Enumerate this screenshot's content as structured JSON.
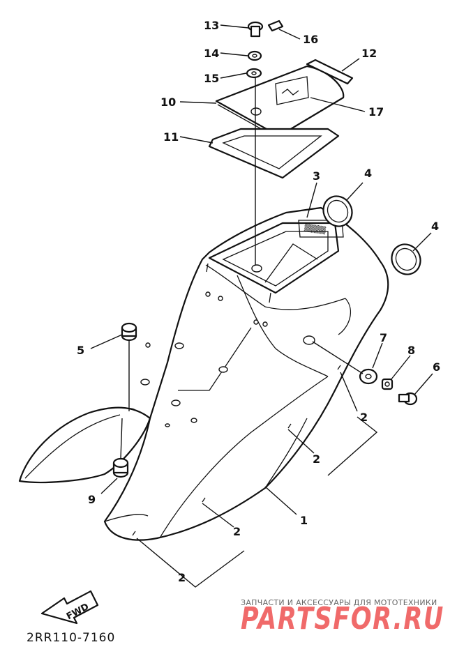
{
  "callouts": [
    {
      "id": "c13",
      "text": "13"
    },
    {
      "id": "c16",
      "text": "16"
    },
    {
      "id": "c14",
      "text": "14"
    },
    {
      "id": "c12",
      "text": "12"
    },
    {
      "id": "c15",
      "text": "15"
    },
    {
      "id": "c10",
      "text": "10"
    },
    {
      "id": "c17",
      "text": "17"
    },
    {
      "id": "c11",
      "text": "11"
    },
    {
      "id": "c3",
      "text": "3"
    },
    {
      "id": "c4a",
      "text": "4"
    },
    {
      "id": "c4b",
      "text": "4"
    },
    {
      "id": "c5",
      "text": "5"
    },
    {
      "id": "c7",
      "text": "7"
    },
    {
      "id": "c8",
      "text": "8"
    },
    {
      "id": "c6",
      "text": "6"
    },
    {
      "id": "c2a",
      "text": "2"
    },
    {
      "id": "c2b",
      "text": "2"
    },
    {
      "id": "c1",
      "text": "1"
    },
    {
      "id": "c9",
      "text": "9"
    },
    {
      "id": "c2c",
      "text": "2"
    },
    {
      "id": "c2d",
      "text": "2"
    }
  ],
  "fwd_label": "FWD",
  "diagram_code": "2RR110-7160",
  "watermark": {
    "tagline": "ЗАПЧАСТИ И АКСЕССУАРЫ ДЛЯ МОТОТЕХНИКИ",
    "logo_text": "PARTSFOR.RU",
    "color": "#f06a6a"
  }
}
